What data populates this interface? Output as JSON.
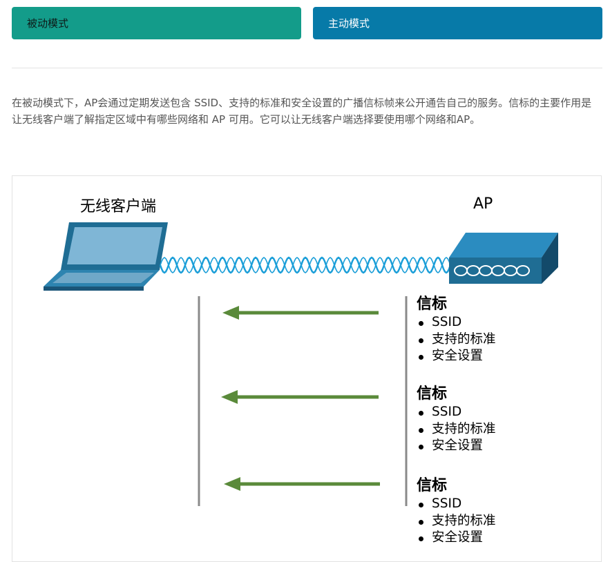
{
  "tabs": [
    {
      "label": "被动模式"
    },
    {
      "label": "主动模式"
    }
  ],
  "intro": {
    "text": "在被动模式下，AP会通过定期发送包含 SSID、支持的标准和安全设置的广播信标帧来公开通告自己的服务。信标的主要作用是让无线客户端了解指定区域中有哪些网络和 AP 可用。它可以让无线客户端选择要使用哪个网络和AP。"
  },
  "diagram": {
    "client_label": "无线客户端",
    "ap_label": "AP",
    "beacons": [
      {
        "title": "信标",
        "items": [
          "SSID",
          "支持的标准",
          "安全设置"
        ]
      },
      {
        "title": "信标",
        "items": [
          "SSID",
          "支持的标准",
          "安全设置"
        ]
      },
      {
        "title": "信标",
        "items": [
          "SSID",
          "支持的标准",
          "安全设置"
        ]
      }
    ]
  },
  "colors": {
    "passive_tab": "#139c8a",
    "active_tab": "#077aa8",
    "arrow": "#5a8a3a",
    "wave": "#1a9ed8",
    "device": "#1f6d94"
  }
}
